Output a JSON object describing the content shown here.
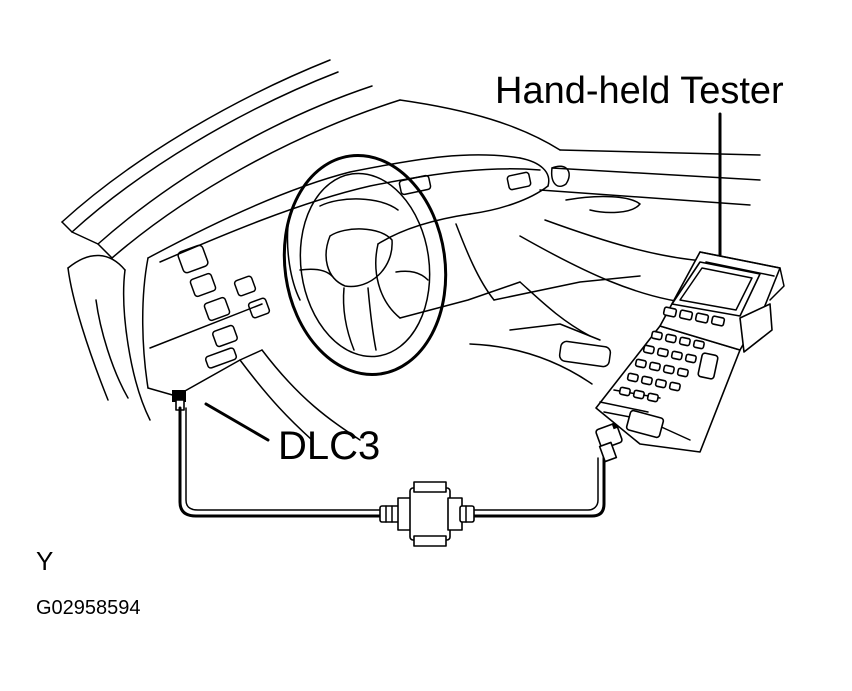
{
  "labels": {
    "tester": "Hand-held  Tester",
    "connector": "DLC3",
    "mark": "Y",
    "figure_code": "G02958594"
  }
}
